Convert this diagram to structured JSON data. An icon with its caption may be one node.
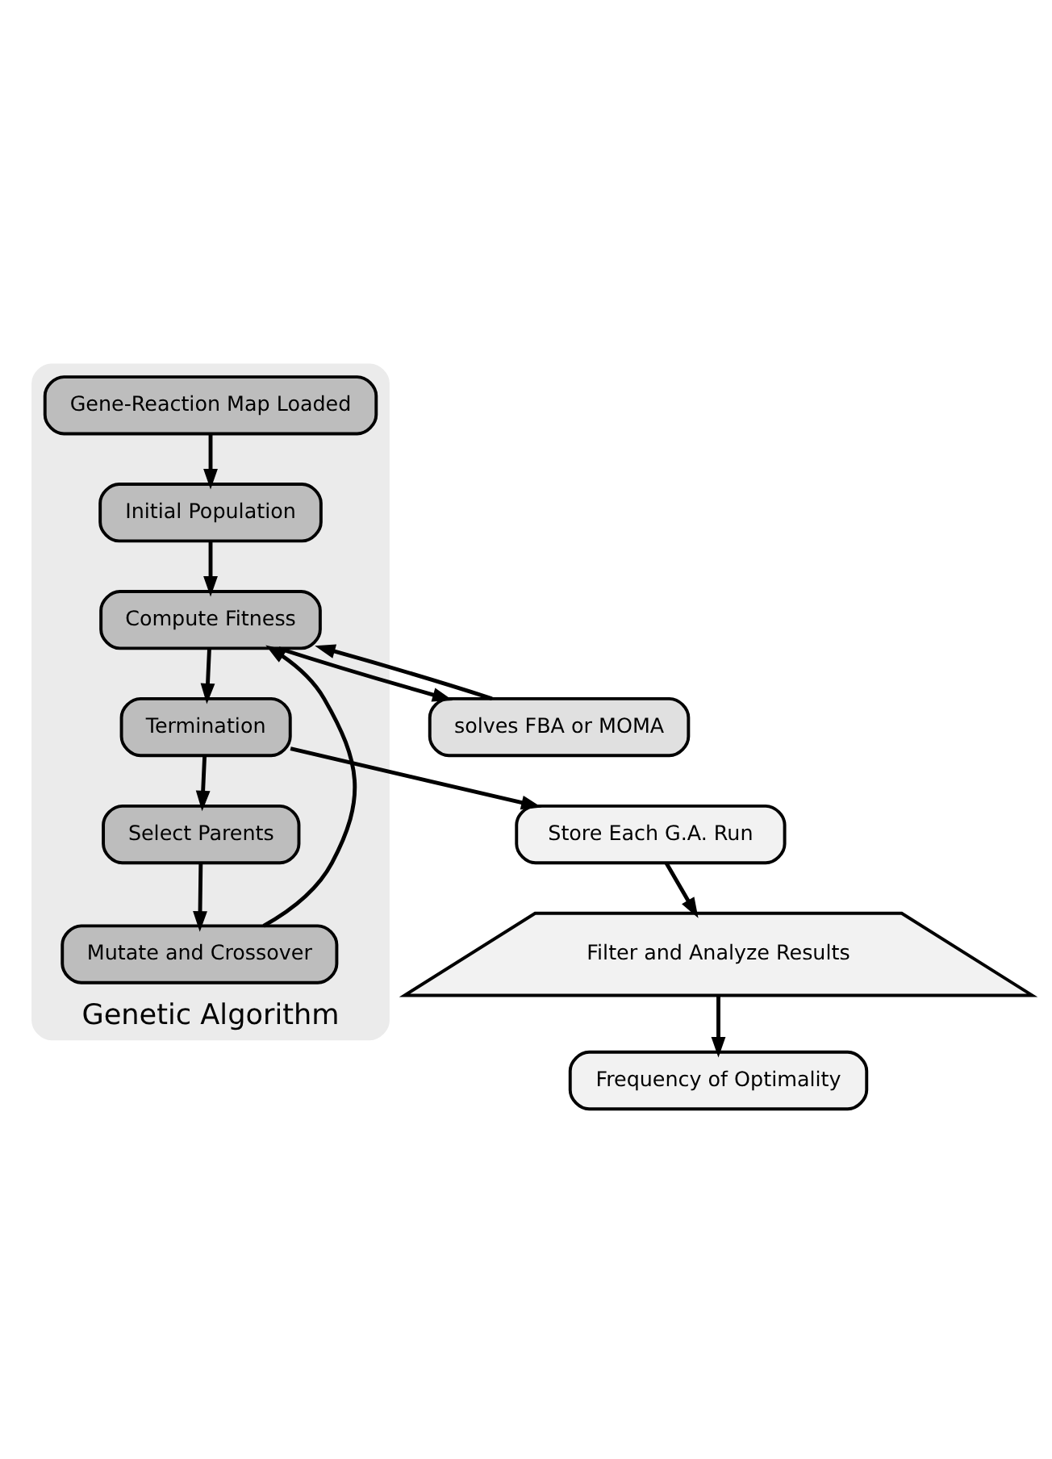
{
  "diagram": {
    "nodes": [
      {
        "text": [
          "Genetic Algorithm"
        ]
      },
      {
        "text": [
          "Gene-Reaction Map Loaded"
        ],
        "in": 0
      },
      {
        "text": [
          "Initial Population"
        ],
        "in": 0
      },
      {
        "text": [
          "Compute Fitness"
        ],
        "in": 0
      },
      {
        "text": [
          "Termination"
        ],
        "in": 0
      },
      {
        "text": [
          "Select Parents"
        ],
        "in": 0
      },
      {
        "text": [
          "Mutate and Crossover"
        ],
        "in": 0
      },
      {
        "text": [
          "solves FBA or MOMA"
        ]
      },
      {
        "text": [
          "Store Each G.A. Run"
        ]
      },
      {
        "text": [
          "Filter and Analyze Results"
        ]
      },
      {
        "text": [
          "Frequency of Optimality"
        ]
      }
    ],
    "edges": [
      {
        "from": 1,
        "to": 2,
        "arrow": "to"
      },
      {
        "from": 2,
        "to": 3,
        "arrow": "to"
      },
      {
        "from": 7,
        "to": 3,
        "arrow": "to"
      },
      {
        "from": 3,
        "to": 7,
        "arrow": "to"
      },
      {
        "from": 3,
        "to": 4,
        "arrow": "to"
      },
      {
        "from": 4,
        "to": 8,
        "arrow": "to"
      },
      {
        "from": 4,
        "to": 5,
        "arrow": "to"
      },
      {
        "from": 5,
        "to": 6,
        "arrow": "to"
      },
      {
        "from": 6,
        "to": 3,
        "arrow": "to"
      },
      {
        "from": 8,
        "to": 9,
        "arrow": "to"
      },
      {
        "from": 9,
        "to": 10,
        "arrow": "to"
      }
    ]
  }
}
